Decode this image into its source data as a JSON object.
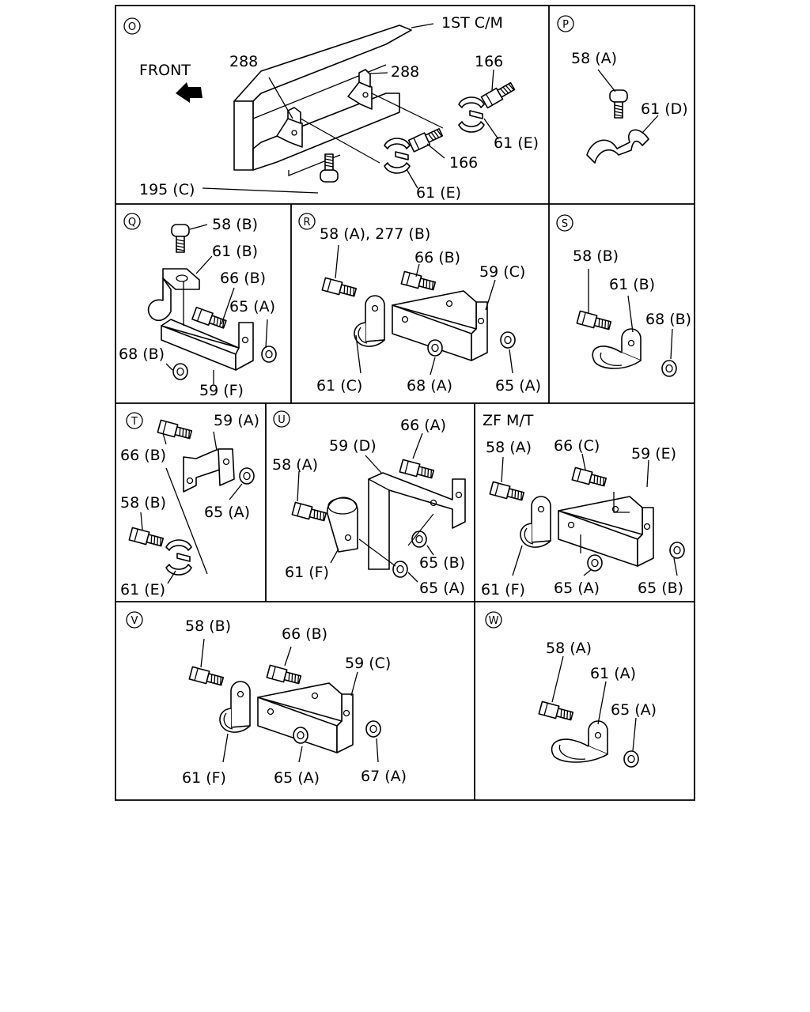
{
  "panels": {
    "O": {
      "id": "O",
      "note": "1ST C/M",
      "direction": "FRONT",
      "labels": [
        "288",
        "288",
        "166",
        "166",
        "61 (E)",
        "61 (E)",
        "195 (C)"
      ]
    },
    "P": {
      "id": "P",
      "labels": [
        "58 (A)",
        "61 (D)"
      ]
    },
    "Q": {
      "id": "Q",
      "labels": [
        "58 (B)",
        "61 (B)",
        "66 (B)",
        "65 (A)",
        "68 (B)",
        "59 (F)"
      ]
    },
    "R": {
      "id": "R",
      "labels": [
        "58 (A), 277 (B)",
        "66 (B)",
        "59 (C)",
        "61 (C)",
        "68 (A)",
        "65 (A)"
      ]
    },
    "S": {
      "id": "S",
      "labels": [
        "58 (B)",
        "61 (B)",
        "68 (B)"
      ]
    },
    "T": {
      "id": "T",
      "labels": [
        "59 (A)",
        "66 (B)",
        "65 (A)",
        "58 (B)",
        "61 (E)"
      ]
    },
    "U": {
      "id": "U",
      "labels": [
        "66 (A)",
        "59 (D)",
        "58 (A)",
        "65 (B)",
        "61 (F)",
        "65 (A)"
      ]
    },
    "ZF": {
      "title": "ZF M/T",
      "labels": [
        "58 (A)",
        "66 (C)",
        "59 (E)",
        "61 (F)",
        "65 (A)",
        "65 (B)"
      ]
    },
    "V": {
      "id": "V",
      "labels": [
        "58 (B)",
        "66 (B)",
        "59 (C)",
        "61 (F)",
        "65 (A)",
        "67 (A)"
      ]
    },
    "W": {
      "id": "W",
      "labels": [
        "58 (A)",
        "61 (A)",
        "65 (A)"
      ]
    }
  },
  "icons": {
    "front_arrow": "front-arrow-icon",
    "bolt": "bolt-icon",
    "nut": "nut-icon",
    "clip": "clip-icon",
    "bracket": "bracket-icon"
  }
}
